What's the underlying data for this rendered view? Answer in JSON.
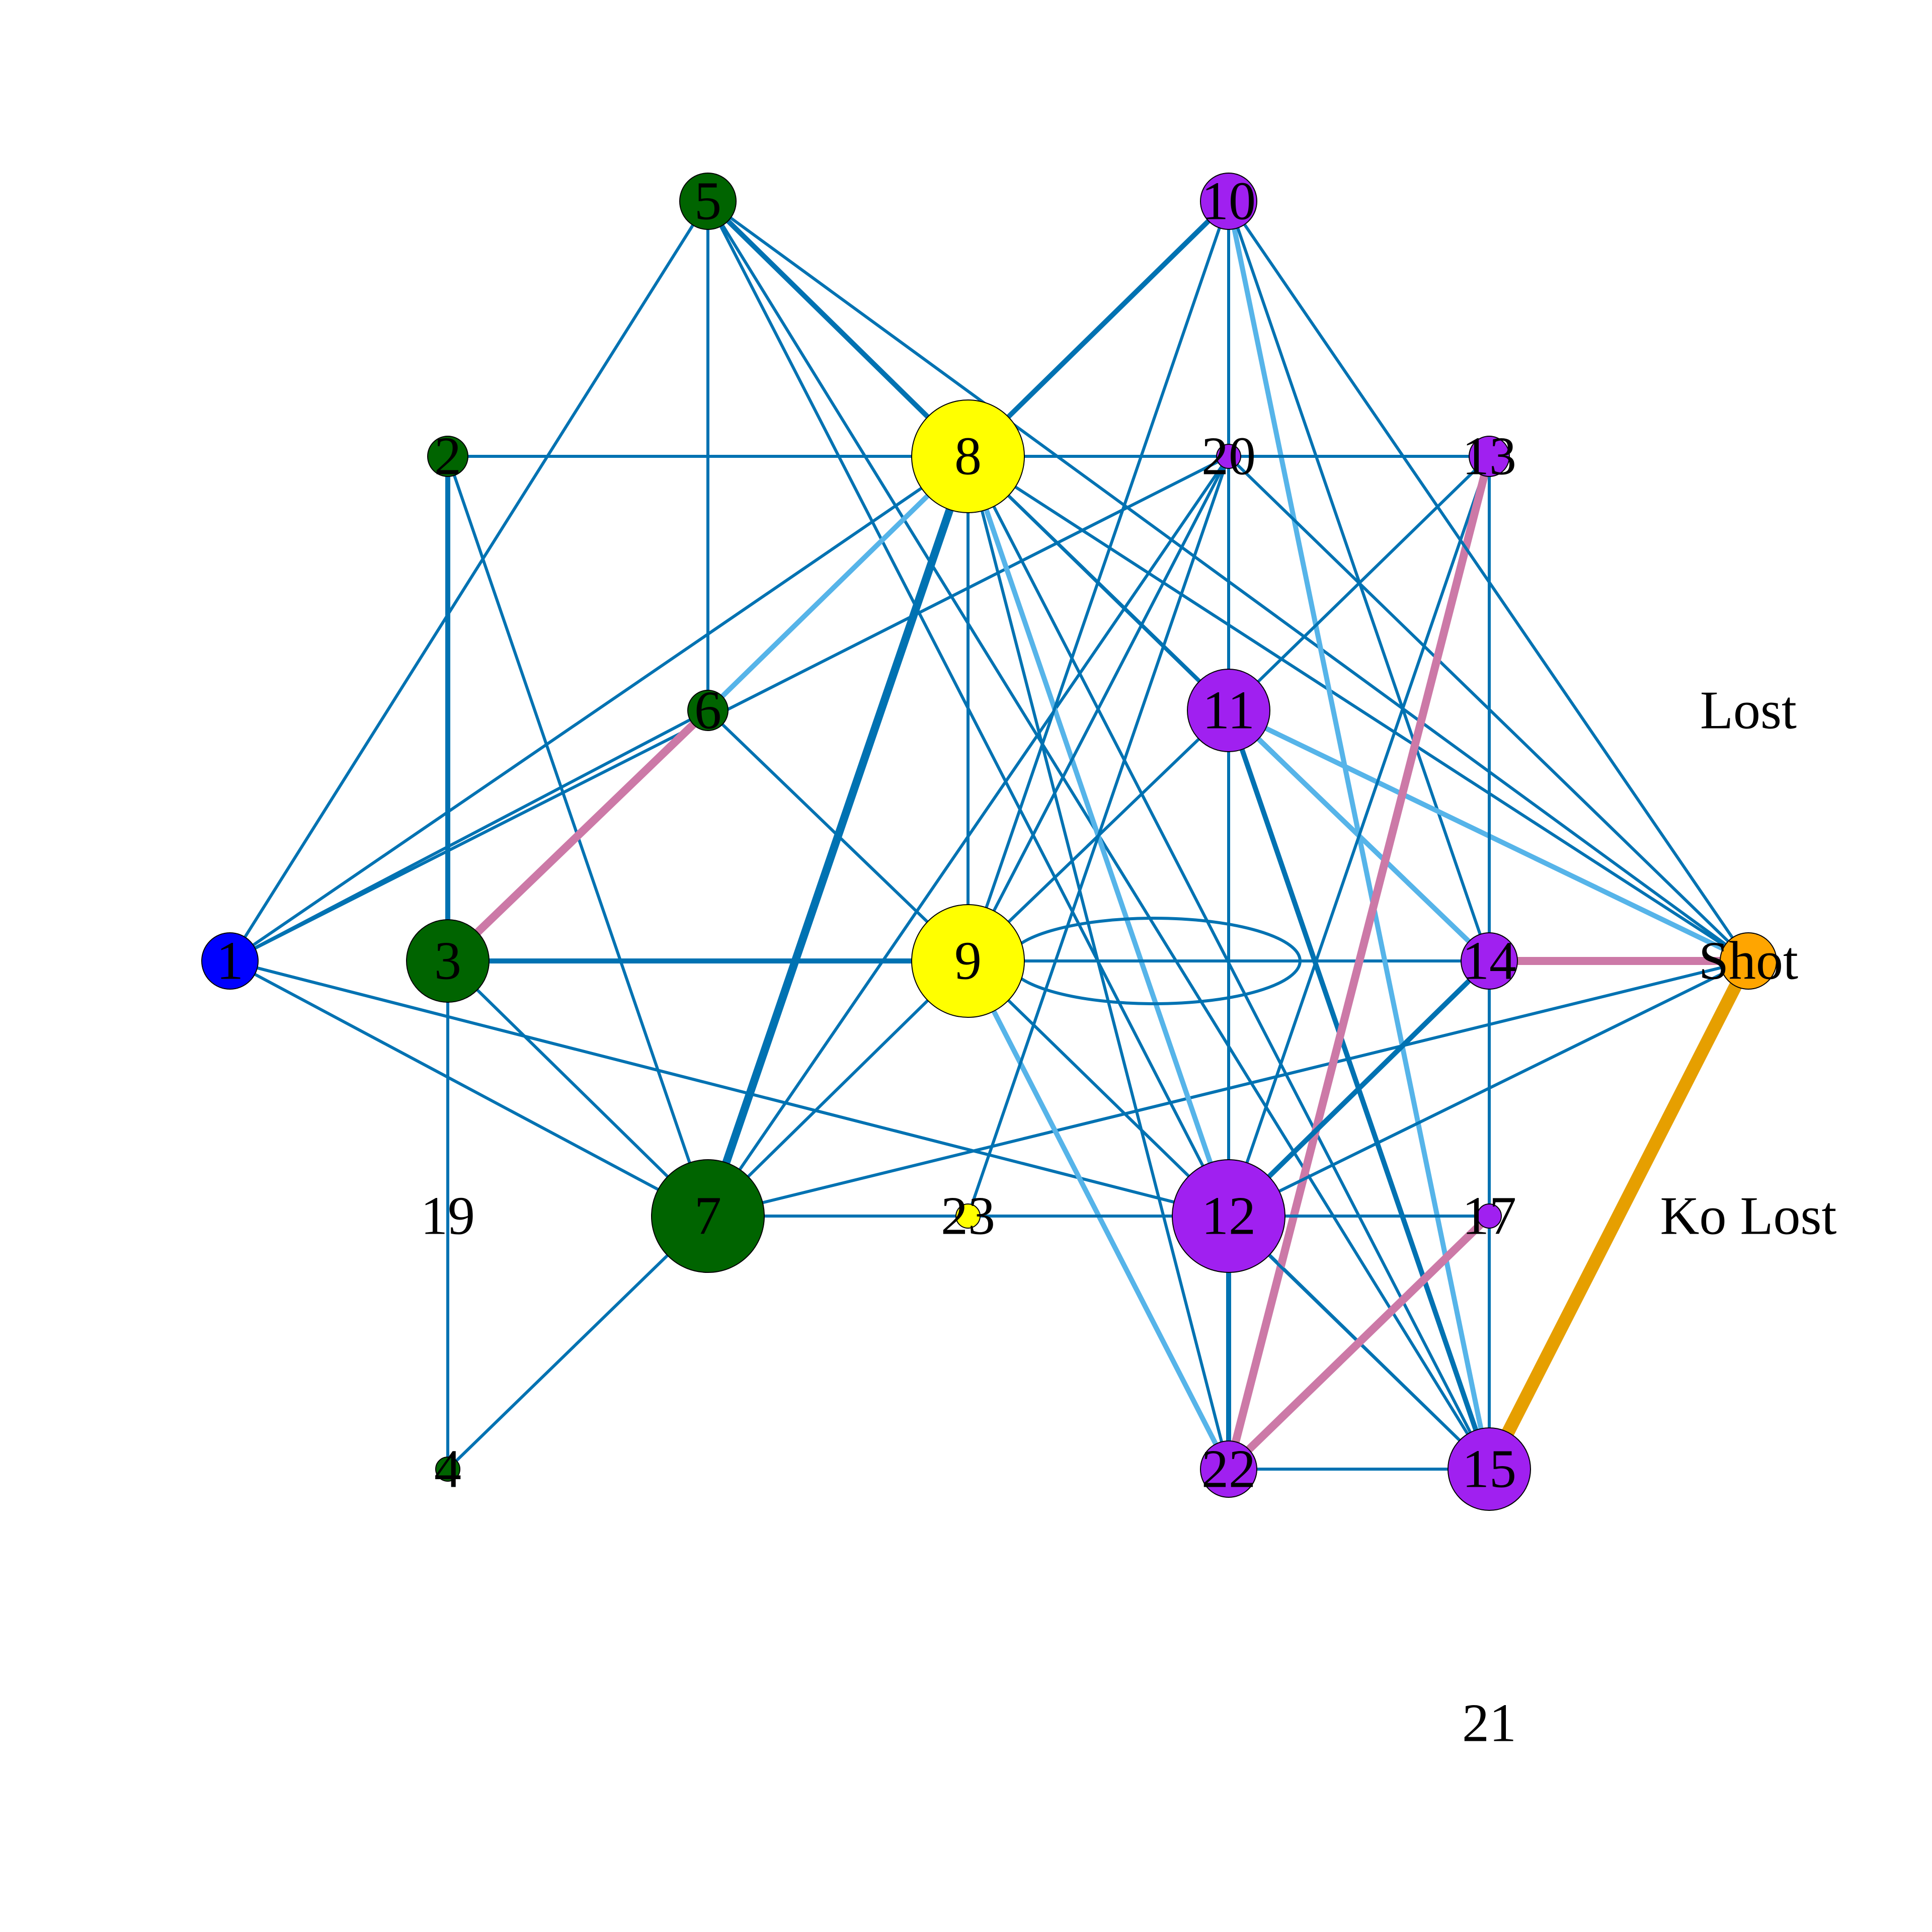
{
  "colors": {
    "edge": "#0072B2",
    "edge_light": "#56B4E9",
    "edge_pink": "#CC79A7",
    "edge_orange": "#E69F00",
    "node_blue": "#0000FF",
    "node_green": "#006400",
    "node_yellow": "#FFFF00",
    "node_purple": "#A020F0",
    "node_orange": "#FFA500",
    "node_stroke": "#000000"
  },
  "nodes": [
    {
      "id": "1",
      "label": "1",
      "color": "node_blue",
      "size": "small"
    },
    {
      "id": "2",
      "label": "2",
      "color": "node_green",
      "size": "xsmall"
    },
    {
      "id": "3",
      "label": "3",
      "color": "node_green",
      "size": "medium"
    },
    {
      "id": "4",
      "label": "4",
      "color": "node_green",
      "size": "tiny"
    },
    {
      "id": "5",
      "label": "5",
      "color": "node_green",
      "size": "small"
    },
    {
      "id": "6",
      "label": "6",
      "color": "node_green",
      "size": "xsmall"
    },
    {
      "id": "7",
      "label": "7",
      "color": "node_green",
      "size": "xlarge"
    },
    {
      "id": "8",
      "label": "8",
      "color": "node_yellow",
      "size": "xlarge"
    },
    {
      "id": "9",
      "label": "9",
      "color": "node_yellow",
      "size": "xlarge"
    },
    {
      "id": "10",
      "label": "10",
      "color": "node_purple",
      "size": "small"
    },
    {
      "id": "11",
      "label": "11",
      "color": "node_purple",
      "size": "medium"
    },
    {
      "id": "12",
      "label": "12",
      "color": "node_purple",
      "size": "xlarge"
    },
    {
      "id": "13",
      "label": "13",
      "color": "node_purple",
      "size": "xsmall"
    },
    {
      "id": "14",
      "label": "14",
      "color": "node_purple",
      "size": "small"
    },
    {
      "id": "15",
      "label": "15",
      "color": "node_purple",
      "size": "medium"
    },
    {
      "id": "17",
      "label": "17",
      "color": "node_purple",
      "size": "tiny"
    },
    {
      "id": "19",
      "label": "19",
      "color": "",
      "size": "none"
    },
    {
      "id": "20",
      "label": "20",
      "color": "node_purple",
      "size": "tiny"
    },
    {
      "id": "21",
      "label": "21",
      "color": "",
      "size": "none"
    },
    {
      "id": "22",
      "label": "22",
      "color": "node_purple",
      "size": "small"
    },
    {
      "id": "23",
      "label": "23",
      "color": "node_yellow",
      "size": "tiny"
    },
    {
      "id": "Lost",
      "label": "Lost",
      "color": "",
      "size": "none"
    },
    {
      "id": "Shot",
      "label": "Shot",
      "color": "node_orange",
      "size": "small"
    },
    {
      "id": "KoLost",
      "label": "Ko Lost",
      "color": "",
      "size": "none"
    }
  ],
  "edges": [
    {
      "from": "1",
      "to": "5",
      "weight": 1,
      "color": "edge"
    },
    {
      "from": "1",
      "to": "6",
      "weight": 1,
      "color": "edge"
    },
    {
      "from": "1",
      "to": "8",
      "weight": 1,
      "color": "edge"
    },
    {
      "from": "1",
      "to": "20",
      "weight": 1,
      "color": "edge"
    },
    {
      "from": "1",
      "to": "7",
      "weight": 1,
      "color": "edge"
    },
    {
      "from": "1",
      "to": "12",
      "weight": 1,
      "color": "edge"
    },
    {
      "from": "2",
      "to": "8",
      "weight": 1,
      "color": "edge"
    },
    {
      "from": "2",
      "to": "3",
      "weight": 2,
      "color": "edge"
    },
    {
      "from": "2",
      "to": "7",
      "weight": 1,
      "color": "edge"
    },
    {
      "from": "3",
      "to": "6",
      "weight": 3,
      "color": "edge_pink"
    },
    {
      "from": "3",
      "to": "9",
      "weight": 2,
      "color": "edge"
    },
    {
      "from": "3",
      "to": "7",
      "weight": 1,
      "color": "edge"
    },
    {
      "from": "3",
      "to": "4",
      "weight": 1,
      "color": "edge"
    },
    {
      "from": "5",
      "to": "6",
      "weight": 1,
      "color": "edge"
    },
    {
      "from": "5",
      "to": "8",
      "weight": 2,
      "color": "edge"
    },
    {
      "from": "5",
      "to": "12",
      "weight": 1,
      "color": "edge"
    },
    {
      "from": "5",
      "to": "15",
      "weight": 1,
      "color": "edge"
    },
    {
      "from": "5",
      "to": "Shot",
      "weight": 1,
      "color": "edge"
    },
    {
      "from": "6",
      "to": "8",
      "weight": 2,
      "color": "edge_light"
    },
    {
      "from": "6",
      "to": "9",
      "weight": 1,
      "color": "edge"
    },
    {
      "from": "7",
      "to": "8",
      "weight": 3,
      "color": "edge"
    },
    {
      "from": "7",
      "to": "20",
      "weight": 1,
      "color": "edge"
    },
    {
      "from": "7",
      "to": "9",
      "weight": 1,
      "color": "edge"
    },
    {
      "from": "7",
      "to": "12",
      "weight": 1,
      "color": "edge"
    },
    {
      "from": "7",
      "to": "Shot",
      "weight": 1,
      "color": "edge"
    },
    {
      "from": "7",
      "to": "4",
      "weight": 1,
      "color": "edge"
    },
    {
      "from": "8",
      "to": "10",
      "weight": 2,
      "color": "edge"
    },
    {
      "from": "8",
      "to": "13",
      "weight": 1,
      "color": "edge"
    },
    {
      "from": "8",
      "to": "9",
      "weight": 1,
      "color": "edge"
    },
    {
      "from": "8",
      "to": "12",
      "weight": 2,
      "color": "edge_light"
    },
    {
      "from": "8",
      "to": "11",
      "weight": 1,
      "color": "edge"
    },
    {
      "from": "8",
      "to": "14",
      "weight": 1,
      "color": "edge"
    },
    {
      "from": "8",
      "to": "15",
      "weight": 1,
      "color": "edge"
    },
    {
      "from": "8",
      "to": "Shot",
      "weight": 1,
      "color": "edge"
    },
    {
      "from": "9",
      "to": "9",
      "weight": 1,
      "color": "edge",
      "loop": true
    },
    {
      "from": "9",
      "to": "14",
      "weight": 1,
      "color": "edge"
    },
    {
      "from": "9",
      "to": "11",
      "weight": 1,
      "color": "edge"
    },
    {
      "from": "9",
      "to": "10",
      "weight": 1,
      "color": "edge"
    },
    {
      "from": "9",
      "to": "20",
      "weight": 1,
      "color": "edge"
    },
    {
      "from": "9",
      "to": "22",
      "weight": 2,
      "color": "edge_light"
    },
    {
      "from": "9",
      "to": "15",
      "weight": 1,
      "color": "edge"
    },
    {
      "from": "10",
      "to": "20",
      "weight": 1,
      "color": "edge"
    },
    {
      "from": "10",
      "to": "15",
      "weight": 2,
      "color": "edge_light"
    },
    {
      "from": "10",
      "to": "14",
      "weight": 1,
      "color": "edge"
    },
    {
      "from": "20",
      "to": "13",
      "weight": 1,
      "color": "edge"
    },
    {
      "from": "20",
      "to": "11",
      "weight": 1,
      "color": "edge"
    },
    {
      "from": "20",
      "to": "23",
      "weight": 1,
      "color": "edge"
    },
    {
      "from": "20",
      "to": "Shot",
      "weight": 1,
      "color": "edge"
    },
    {
      "from": "20",
      "to": "22",
      "weight": 1,
      "color": "edge"
    },
    {
      "from": "11",
      "to": "Shot",
      "weight": 2,
      "color": "edge_light"
    },
    {
      "from": "11",
      "to": "14",
      "weight": 2,
      "color": "edge_light"
    },
    {
      "from": "11",
      "to": "12",
      "weight": 1,
      "color": "edge"
    },
    {
      "from": "11",
      "to": "15",
      "weight": 2,
      "color": "edge"
    },
    {
      "from": "11",
      "to": "13",
      "weight": 1,
      "color": "edge"
    },
    {
      "from": "13",
      "to": "14",
      "weight": 1,
      "color": "edge"
    },
    {
      "from": "13",
      "to": "12",
      "weight": 1,
      "color": "edge"
    },
    {
      "from": "13",
      "to": "22",
      "weight": 3,
      "color": "edge_pink"
    },
    {
      "from": "14",
      "to": "Shot",
      "weight": 3,
      "color": "edge_pink"
    },
    {
      "from": "14",
      "to": "12",
      "weight": 2,
      "color": "edge"
    },
    {
      "from": "14",
      "to": "15",
      "weight": 1,
      "color": "edge"
    },
    {
      "from": "12",
      "to": "17",
      "weight": 1,
      "color": "edge"
    },
    {
      "from": "12",
      "to": "22",
      "weight": 2,
      "color": "edge"
    },
    {
      "from": "12",
      "to": "15",
      "weight": 1,
      "color": "edge"
    },
    {
      "from": "12",
      "to": "Shot",
      "weight": 1,
      "color": "edge"
    },
    {
      "from": "7",
      "to": "23",
      "weight": 1,
      "color": "edge"
    },
    {
      "from": "23",
      "to": "12",
      "weight": 1,
      "color": "edge"
    },
    {
      "from": "22",
      "to": "17",
      "weight": 3,
      "color": "edge_pink"
    },
    {
      "from": "22",
      "to": "15",
      "weight": 1,
      "color": "edge"
    },
    {
      "from": "22",
      "to": "8",
      "weight": 1,
      "color": "edge"
    },
    {
      "from": "15",
      "to": "Shot",
      "weight": 5,
      "color": "edge_orange"
    },
    {
      "from": "13",
      "to": "15",
      "weight": 1,
      "color": "edge"
    },
    {
      "from": "Shot",
      "to": "10",
      "weight": 1,
      "color": "edge"
    }
  ]
}
